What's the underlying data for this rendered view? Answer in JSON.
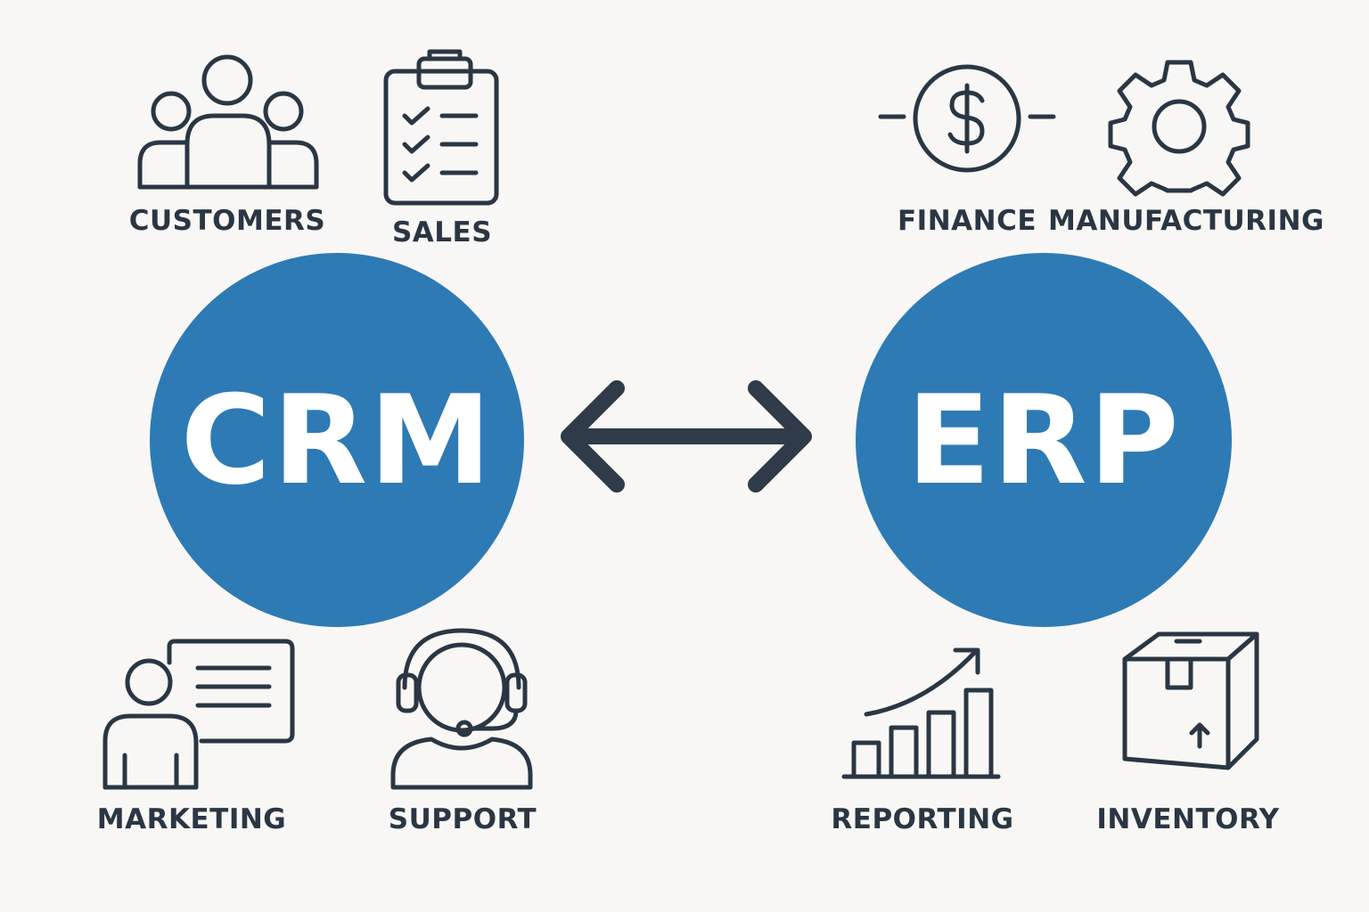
{
  "colors": {
    "background": "#f8f7f5",
    "circle": "#2e7ab5",
    "circle_text": "#ffffff",
    "icon_stroke": "#2b3644",
    "label": "#2b3644",
    "arrow": "#2f3b48"
  },
  "crm": {
    "title": "CRM",
    "modules": [
      {
        "label": "CUSTOMERS",
        "icon": "users-icon"
      },
      {
        "label": "SALES",
        "icon": "clipboard-checklist-icon"
      },
      {
        "label": "MARKETING",
        "icon": "presenter-board-icon"
      },
      {
        "label": "SUPPORT",
        "icon": "headset-agent-icon"
      }
    ]
  },
  "erp": {
    "title": "ERP",
    "modules": [
      {
        "label": "FINANCE",
        "icon": "dollar-coin-icon"
      },
      {
        "label": "MANUFACTURING",
        "icon": "gear-icon"
      },
      {
        "label": "REPORTING",
        "icon": "bar-chart-growth-icon"
      },
      {
        "label": "INVENTORY",
        "icon": "package-box-icon"
      }
    ]
  },
  "connector": {
    "icon": "double-arrow-icon"
  }
}
